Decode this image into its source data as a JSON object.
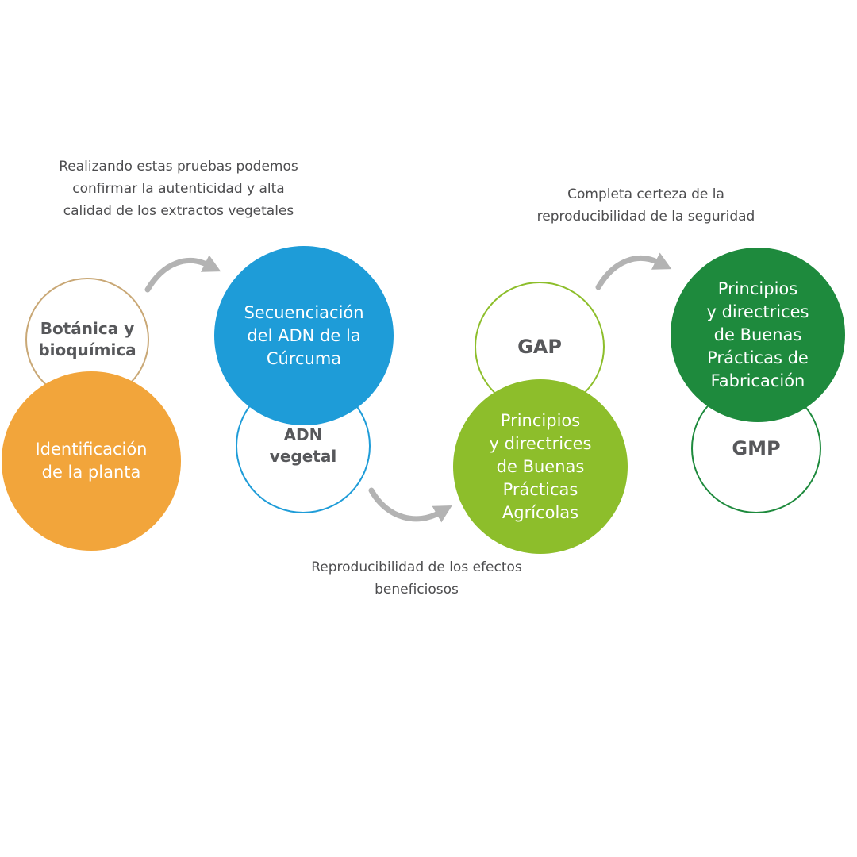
{
  "colors": {
    "orange": "#F2A53B",
    "blue": "#1E9CD8",
    "light_green": "#8DBE2B",
    "dark_green": "#1E8A3D",
    "tan_border": "#C9A876",
    "text_gray": "#4D4D4F",
    "arrow_gray": "#B3B3B3",
    "white": "#FFFFFF"
  },
  "notes": {
    "top_left": "Realizando estas pruebas podemos\nconfirmar la autenticidad y alta\ncalidad de los extractos vegetales",
    "top_right": "Completa certeza de la\nreproducibilidad de la seguridad",
    "bottom": "Reproducibilidad de los efectos\nbeneficiosos"
  },
  "circles": {
    "botanica": {
      "label": "Botánica y\nbioquímica"
    },
    "identificacion": {
      "label": "Identificación\nde la planta"
    },
    "secuenciacion": {
      "label": "Secuenciación\ndel ADN de la\nCúrcuma"
    },
    "adn_vegetal": {
      "label": "ADN\nvegetal"
    },
    "gap": {
      "label": "GAP"
    },
    "practicas_agricolas": {
      "label": "Principios\ny directrices\nde Buenas\nPrácticas\nAgrícolas"
    },
    "practicas_fabricacion": {
      "label": "Principios\ny directrices\nde Buenas\nPrácticas de\nFabricación"
    },
    "gmp": {
      "label": "GMP"
    }
  }
}
